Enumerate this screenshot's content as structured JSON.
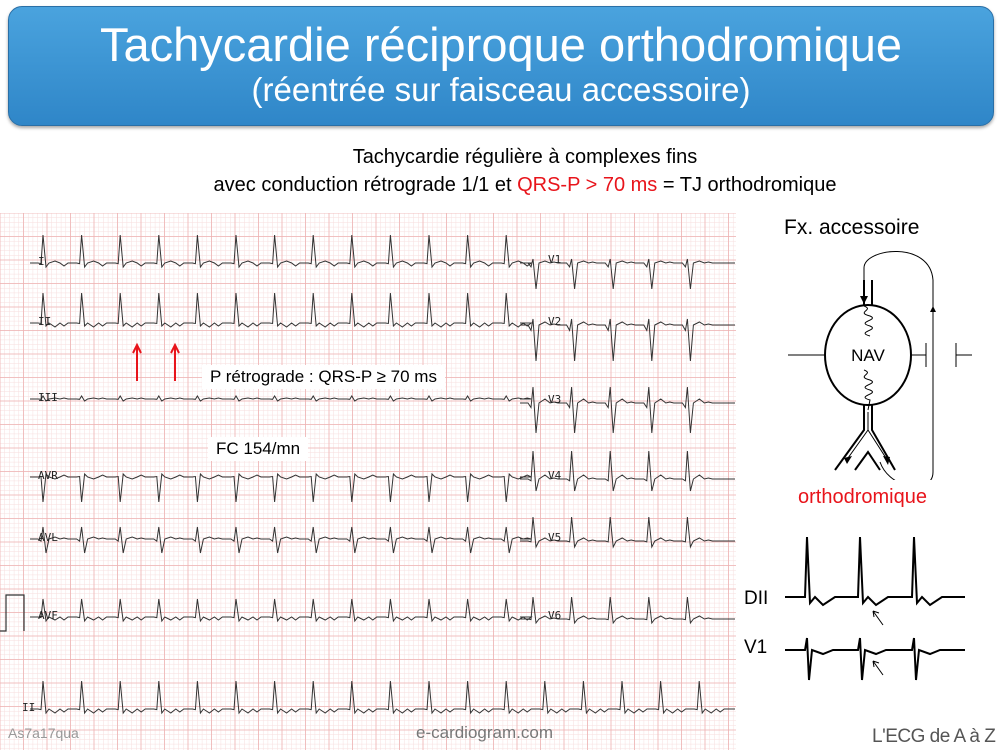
{
  "title": {
    "line1": "Tachycardie réciproque orthodromique",
    "line2": "(réentrée sur faisceau accessoire)"
  },
  "subtitle": {
    "line1": "Tachycardie régulière à complexes fins",
    "line2_pre": "avec conduction rétrograde 1/1 et ",
    "line2_red": "QRS-P > 70 ms",
    "line2_post": " = TJ orthodromique"
  },
  "ecg": {
    "limb_leads": [
      "I",
      "II",
      "III",
      "AVR",
      "AVL",
      "AVF"
    ],
    "precordial_leads": [
      "V1",
      "V2",
      "V3",
      "V4",
      "V5",
      "V6"
    ],
    "rhythm_lead": "II",
    "annotation_p": "P rétrograde : QRS-P ≥ 70 ms",
    "annotation_fc": "FC 154/mn",
    "watermark_left": "As7a17qua",
    "watermark_center": "e-cardiogram.com"
  },
  "diagram": {
    "title": "Fx. accessoire",
    "node_label": "NAV",
    "mode_label": "orthodromique",
    "trace_labels": [
      "DII",
      "V1"
    ]
  },
  "footer": {
    "brand": "L'ECG de A à Z"
  },
  "colors": {
    "banner": "#3a93d3",
    "accent_red": "#e8141b",
    "grid": "#f0b8b8"
  }
}
